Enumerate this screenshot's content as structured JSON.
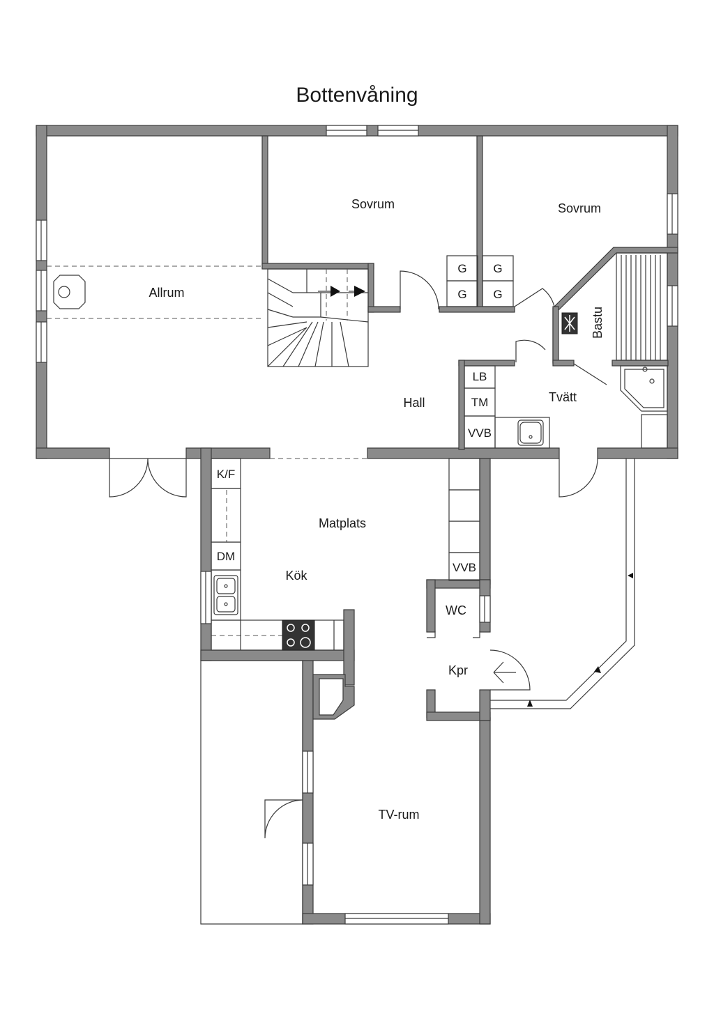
{
  "title": "Bottenvåning",
  "rooms": {
    "allrum": "Allrum",
    "sovrum_1": "Sovrum",
    "sovrum_2": "Sovrum",
    "hall": "Hall",
    "bastu": "Bastu",
    "tvatt": "Tvätt",
    "matplats": "Matplats",
    "kok": "Kök",
    "wc": "WC",
    "kpr": "Kpr",
    "tv_rum": "TV-rum"
  },
  "fixtures": {
    "wardrobe_1": "G",
    "wardrobe_2": "G",
    "wardrobe_3": "G",
    "wardrobe_4": "G",
    "lb": "LB",
    "tm": "TM",
    "vvb_laundry": "VVB",
    "kf": "K/F",
    "dm": "DM",
    "vvb_hall": "VVB"
  },
  "colors": {
    "wall": "#8a8a8a",
    "line": "#3a3a3a",
    "background": "#ffffff"
  }
}
